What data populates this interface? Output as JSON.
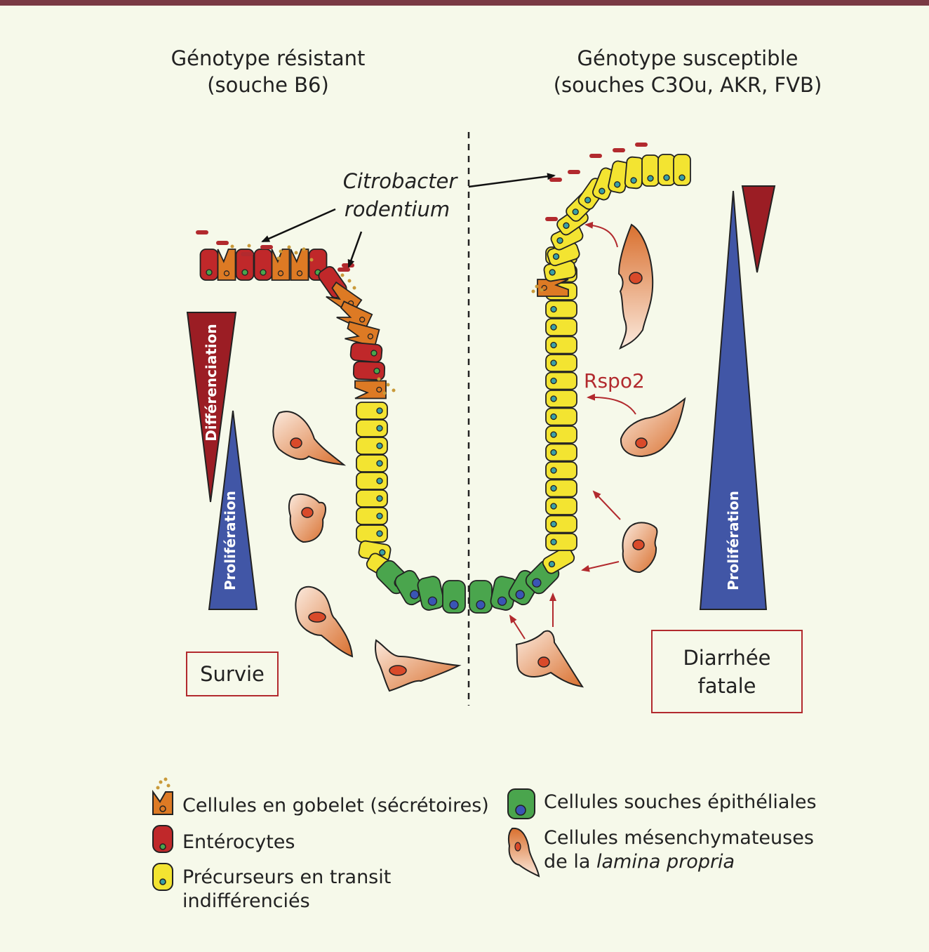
{
  "header": {
    "left_title": "Génotype résistant",
    "left_subtitle": "(souche B6)",
    "right_title": "Génotype susceptible",
    "right_subtitle": "(souches C3Ou, AKR, FVB)"
  },
  "pathogen": {
    "line1": "Citrobacter",
    "line2": "rodentium"
  },
  "signal": {
    "label": "Rspo2"
  },
  "gradients": {
    "differentiation": "Différenciation",
    "proliferation_left": "Prolifération",
    "proliferation_right": "Prolifération"
  },
  "outcomes": {
    "left": "Survie",
    "right_line1": "Diarrhée",
    "right_line2": "fatale"
  },
  "legend": {
    "goblet": "Cellules en gobelet (sécrétoires)",
    "enterocytes": "Entérocytes",
    "precursors_line1": "Précurseurs en transit",
    "precursors_line2": "indifférenciés",
    "stem": "Cellules souches épithéliales",
    "mesenchymal_line1": "Cellules mésenchymateuses",
    "mesenchymal_line2_prefix": "de la ",
    "mesenchymal_line2_italic": "lamina propria"
  },
  "colors": {
    "enterocyte": "#c0282a",
    "goblet": "#dd7a24",
    "precursor": "#f3e431",
    "stem": "#4aa54d",
    "nucleus_blue": "#3a55b5",
    "differentiation": "#9b1d24",
    "proliferation": "#4156a6",
    "mesenchymal": "#e58a4f",
    "arrow_red": "#b22a2e",
    "accent_bar": "#7a3a44"
  }
}
